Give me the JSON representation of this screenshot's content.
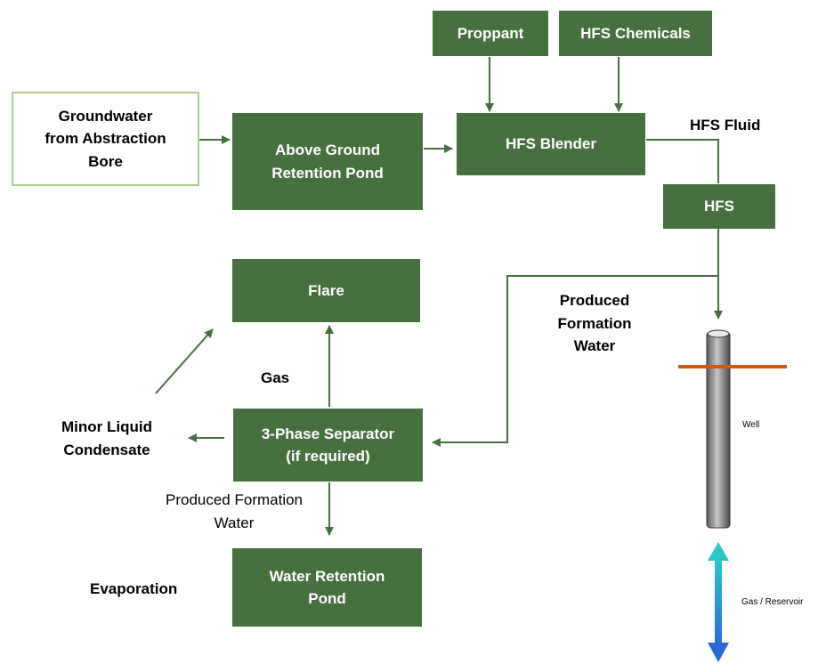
{
  "boxes": {
    "groundwater": "Groundwater\nfrom Abstraction\nBore",
    "retention_pond": "Above Ground\nRetention Pond",
    "proppant": "Proppant",
    "hfs_chemicals": "HFS Chemicals",
    "hfs_blender": "HFS Blender",
    "hfs": "HFS",
    "flare": "Flare",
    "separator": "3-Phase Separator\n(if required)",
    "water_pond": "Water Retention\nPond"
  },
  "labels": {
    "hfs_fluid": "HFS Fluid",
    "produced_formation_water_top": "Produced\nFormation\nWater",
    "gas": "Gas",
    "minor_liquid_condensate": "Minor Liquid\nCondensate",
    "produced_formation_water_bottom": "Produced Formation\nWater",
    "evaporation": "Evaporation",
    "well": "Well",
    "gas_reservoir": "Gas / Reservoir"
  },
  "colors": {
    "box_fill": "#46703e",
    "line": "#46703e",
    "outline_border": "#a9d18e",
    "well_marker": "#c55a11"
  }
}
